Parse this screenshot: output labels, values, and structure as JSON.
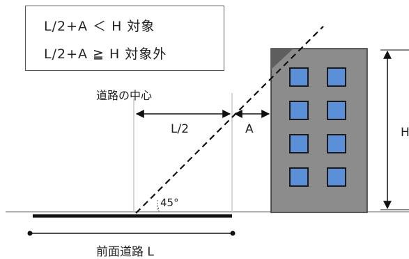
{
  "conditions": [
    "L/2+A ＜ H 対象",
    "L/2+A ≧ H 対象外"
  ],
  "labels": {
    "road_center": "道路の中心",
    "half_width": "L/2",
    "setback": "A",
    "height": "H",
    "angle": "45°",
    "road_width": "前面道路 L"
  },
  "colors": {
    "building_wall": "#8c8c8c",
    "building_top": "#5e5e5e",
    "window_fill": "#5b8fd8",
    "window_frame": "#1a1a1a",
    "ground": "#b0b0b0",
    "road": "#111111"
  }
}
